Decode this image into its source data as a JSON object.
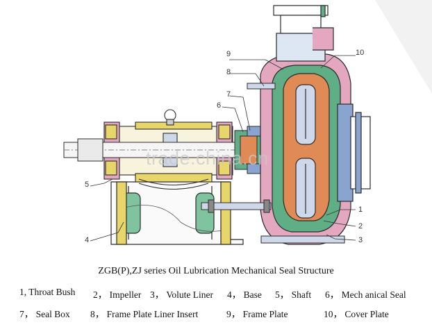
{
  "figure": {
    "caption": "ZGB(P),ZJ series Oil Lubrication Mechanical Seal Structure",
    "watermark": "trade.china.cn"
  },
  "callouts": [
    "9",
    "10",
    "8",
    "7",
    "6",
    "5",
    "4",
    "1",
    "2",
    "3"
  ],
  "legend": {
    "row1": [
      "1, Throat Bush",
      "2， Impeller",
      "3， Volute Liner",
      "4， Base",
      "5， Shaft",
      "6， Mech anical Seal"
    ],
    "row2": [
      "7， Seal Box",
      "8， Frame Plate Liner Insert",
      "9， Frame Plate",
      "10， Cover Plate"
    ]
  },
  "colors": {
    "liner_pink": "#e3a8c0",
    "impeller_orange": "#e08a55",
    "casing_green": "#5fae86",
    "bearing_yellow": "#e8d66a",
    "frame_blue": "#8aa4d0",
    "outline": "#2a2a2a"
  }
}
